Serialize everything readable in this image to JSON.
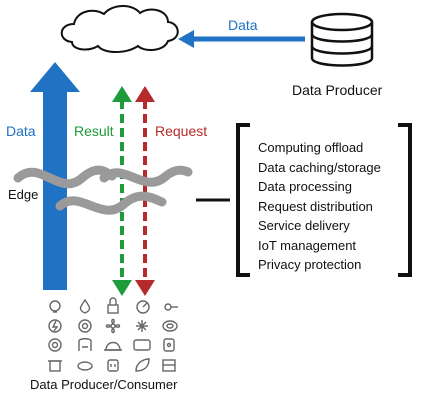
{
  "labels": {
    "data_top": "Data",
    "data_producer": "Data Producer",
    "data_left": "Data",
    "result": "Result",
    "request": "Request",
    "edge": "Edge",
    "data_producer_consumer": "Data Producer/Consumer"
  },
  "functions": [
    "Computing offload",
    "Data caching/storage",
    "Data processing",
    "Request distribution",
    "Service delivery",
    "IoT management",
    "Privacy protection"
  ],
  "colors": {
    "data": "#1f72c4",
    "result": "#1e9b3a",
    "request": "#b52a2a",
    "edge_wave": "#9a9a9a",
    "outline": "#111111"
  },
  "devices": [
    "bulb-icon",
    "drop-icon",
    "lock-icon",
    "gauge-icon",
    "key-icon",
    "bolt-icon",
    "sensor-icon",
    "fan-icon",
    "snowflake-icon",
    "ring-icon",
    "speaker-icon",
    "seat-icon",
    "dome-icon",
    "screen-icon",
    "switch-icon",
    "bin-icon",
    "ellipse-icon",
    "plug-icon",
    "leaf-icon",
    "panel-icon"
  ]
}
